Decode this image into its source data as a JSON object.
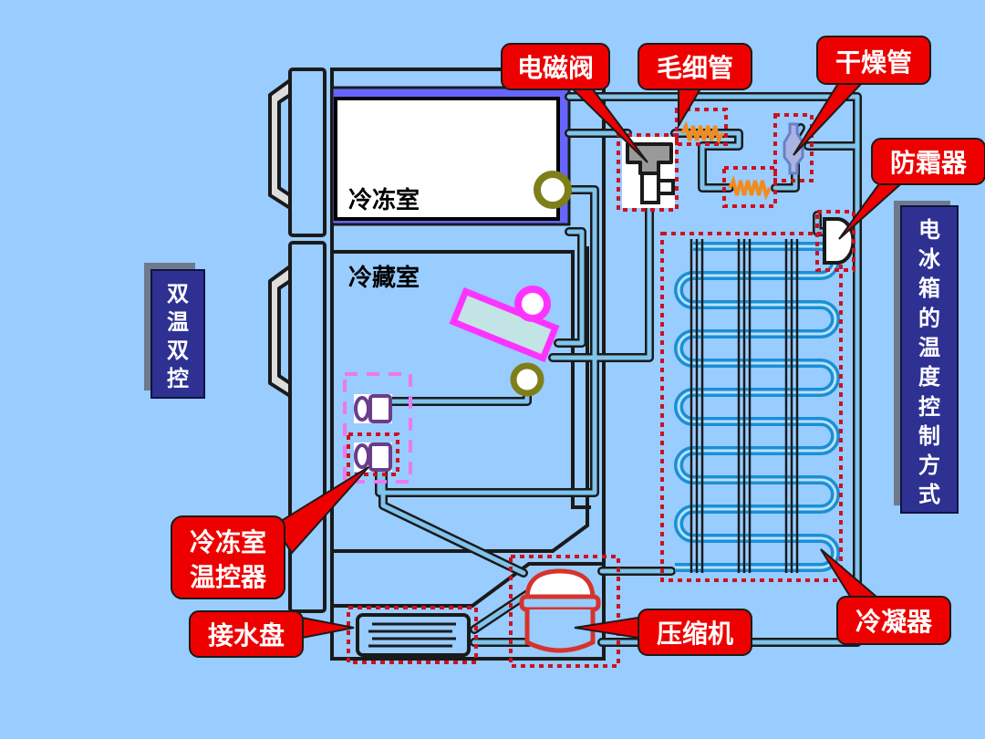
{
  "diagram": {
    "title": "电冰箱的温度控制方式",
    "colors": {
      "background": "#99ccff",
      "callout_fill": "#ee0000",
      "callout_text": "#ffffff",
      "label_box": "#2e3192",
      "pipe": "#7fc4ec",
      "outline": "#1a1a1a",
      "freezer_border": "#6666ff",
      "highlight_dotted": "#cc1122",
      "condenser_coil": "#1a8fd6",
      "capillary": "#f08c1e",
      "sensor_ring": "#7f7f1a",
      "thermostat_accent": "#ff33ff",
      "compressor": "#d7332b"
    },
    "rooms": {
      "freezer": "冷冻室",
      "fridge": "冷藏室"
    },
    "side_labels": {
      "left": [
        "双",
        "温",
        "双",
        "控"
      ],
      "right": [
        "电",
        "冰",
        "箱",
        "的",
        "温",
        "度",
        "控",
        "制",
        "方",
        "式"
      ]
    },
    "callouts": [
      {
        "id": "solenoid-valve",
        "text": "电磁阀"
      },
      {
        "id": "capillary-tube",
        "text": "毛细管"
      },
      {
        "id": "drier-filter",
        "text": "干燥管"
      },
      {
        "id": "anti-frost",
        "text": "防霜器"
      },
      {
        "id": "freezer-thermostat",
        "lines": [
          "冷冻室",
          "温控器"
        ]
      },
      {
        "id": "drip-tray",
        "text": "接水盘"
      },
      {
        "id": "compressor",
        "text": "压缩机"
      },
      {
        "id": "condenser",
        "text": "冷凝器"
      }
    ]
  }
}
